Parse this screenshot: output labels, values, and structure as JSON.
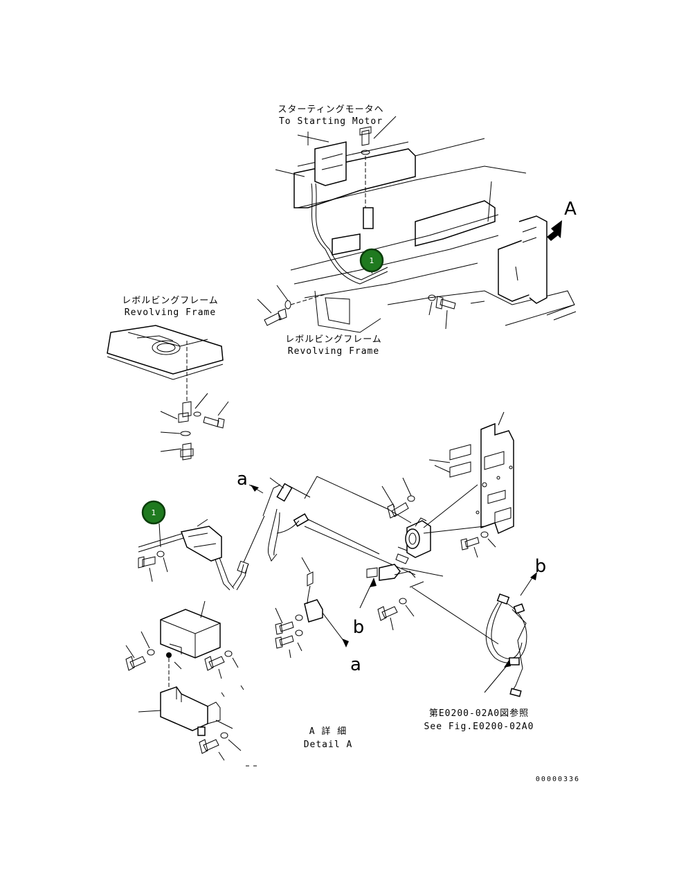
{
  "labels": {
    "to_starting_motor_jp": "スターティングモータヘ",
    "to_starting_motor_en": "To Starting Motor",
    "revolving_frame_jp": "レボルビングフレーム",
    "revolving_frame_en": "Revolving Frame",
    "revolving_frame_jp_2": "レボルビングフレーム",
    "revolving_frame_en_2": "Revolving Frame",
    "view_a": "A",
    "detail_a_jp": "A 詳 細",
    "detail_a_en": "Detail A",
    "see_fig_jp": "第E0200-02A0図参照",
    "see_fig_en": "See Fig.E0200-02A0",
    "ref_a_1": "a",
    "ref_a_2": "a",
    "ref_b_1": "b",
    "ref_b_2": "b",
    "drawing_number": "00000336"
  },
  "callouts": [
    {
      "id": "callout-1-top",
      "text": "1"
    },
    {
      "id": "callout-1-left",
      "text": "1"
    }
  ],
  "colors": {
    "callout_fill": "#1f7a1f",
    "callout_stroke": "#0a3d0a",
    "line": "#000000",
    "background": "#ffffff"
  }
}
